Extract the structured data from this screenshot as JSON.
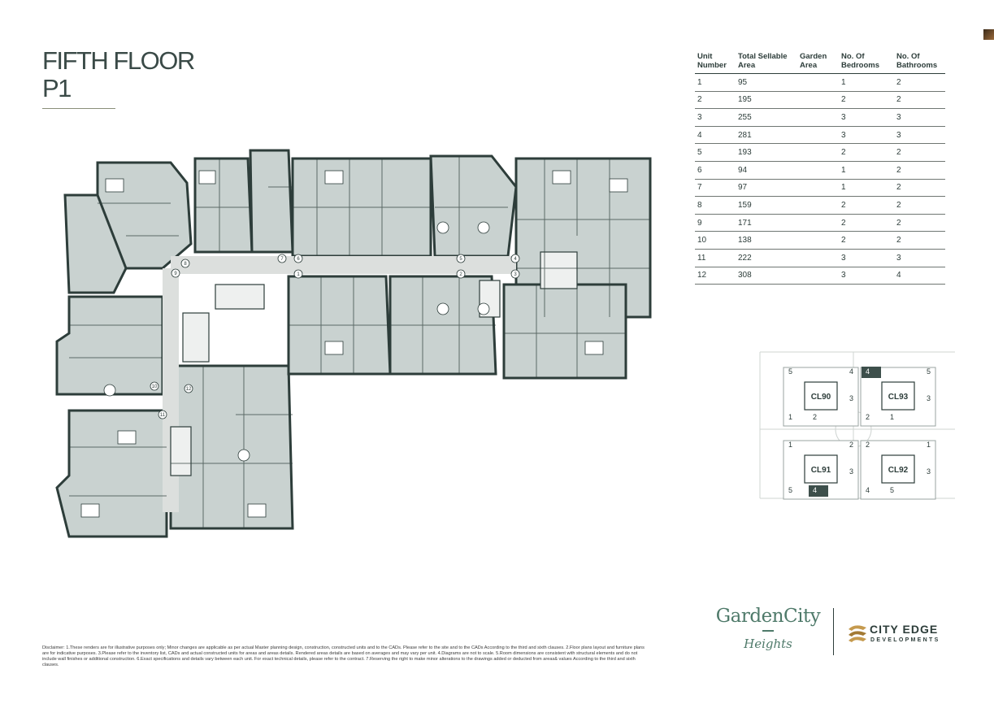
{
  "page": {
    "title_line1": "FIFTH FLOOR",
    "title_line2": "P1"
  },
  "table": {
    "headers": [
      "Unit Number",
      "Total Sellable Area",
      "Garden Area",
      "No. Of Bedrooms",
      "No. Of Bathrooms"
    ],
    "rows": [
      [
        "1",
        "95",
        "",
        "1",
        "2"
      ],
      [
        "2",
        "195",
        "",
        "2",
        "2"
      ],
      [
        "3",
        "255",
        "",
        "3",
        "3"
      ],
      [
        "4",
        "281",
        "",
        "3",
        "3"
      ],
      [
        "5",
        "193",
        "",
        "2",
        "2"
      ],
      [
        "6",
        "94",
        "",
        "1",
        "2"
      ],
      [
        "7",
        "97",
        "",
        "1",
        "2"
      ],
      [
        "8",
        "159",
        "",
        "2",
        "2"
      ],
      [
        "9",
        "171",
        "",
        "2",
        "2"
      ],
      [
        "10",
        "138",
        "",
        "2",
        "2"
      ],
      [
        "11",
        "222",
        "",
        "3",
        "3"
      ],
      [
        "12",
        "308",
        "",
        "3",
        "4"
      ]
    ]
  },
  "plan": {
    "unit_markers": [
      "1",
      "2",
      "3",
      "4",
      "5",
      "6",
      "7",
      "8",
      "9",
      "10",
      "11",
      "12"
    ]
  },
  "sitemap": {
    "buildings": [
      {
        "name": "CL90",
        "numbers": [
          "5",
          "4",
          "3",
          "1",
          "2"
        ]
      },
      {
        "name": "CL93",
        "numbers": [
          "4",
          "5",
          "3",
          "2",
          "1"
        ]
      },
      {
        "name": "CL91",
        "numbers": [
          "1",
          "2",
          "3",
          "5",
          "4"
        ]
      },
      {
        "name": "CL92",
        "numbers": [
          "2",
          "1",
          "3",
          "4",
          "5"
        ]
      }
    ]
  },
  "logos": {
    "gardencity_main": "GardenCity",
    "gardencity_sub": "Heights",
    "cityedge_main": "CITY EDGE",
    "cityedge_sub": "DEVELOPMENTS"
  },
  "colors": {
    "primary_dark": "#2d3d3a",
    "unit_fill": "#c9d2d0",
    "corridor_fill": "#dcdfdd",
    "highlight": "#3d4f4b",
    "brand_green": "#4f7a6a"
  },
  "disclaimer": "Disclaimer: 1.These renders are for illustrative purposes only; Minor changes are applicable as per actual Master planning design, construction, constructed units and to the CADs. Please refer to the site and to the CADs According to the third and sixth clauses. 2.Floor plans layout and furniture plans are for indicative purposes. 3.Please refer to the inventory list, CADs and actual constructed units for areas and areas details. Rendered areas details are based on averages and may vary per unit. 4.Diagrams are not to scale. 5.Room dimensions are consistent with structural elements and do not include wall finishes or additional construction. 6.Exact specifications and details vary between each unit. For exact technical details, please refer to the contract. 7.Reserving the right to make minor alterations to the drawings added or deducted from areas& values According to the third and sixth clauses."
}
